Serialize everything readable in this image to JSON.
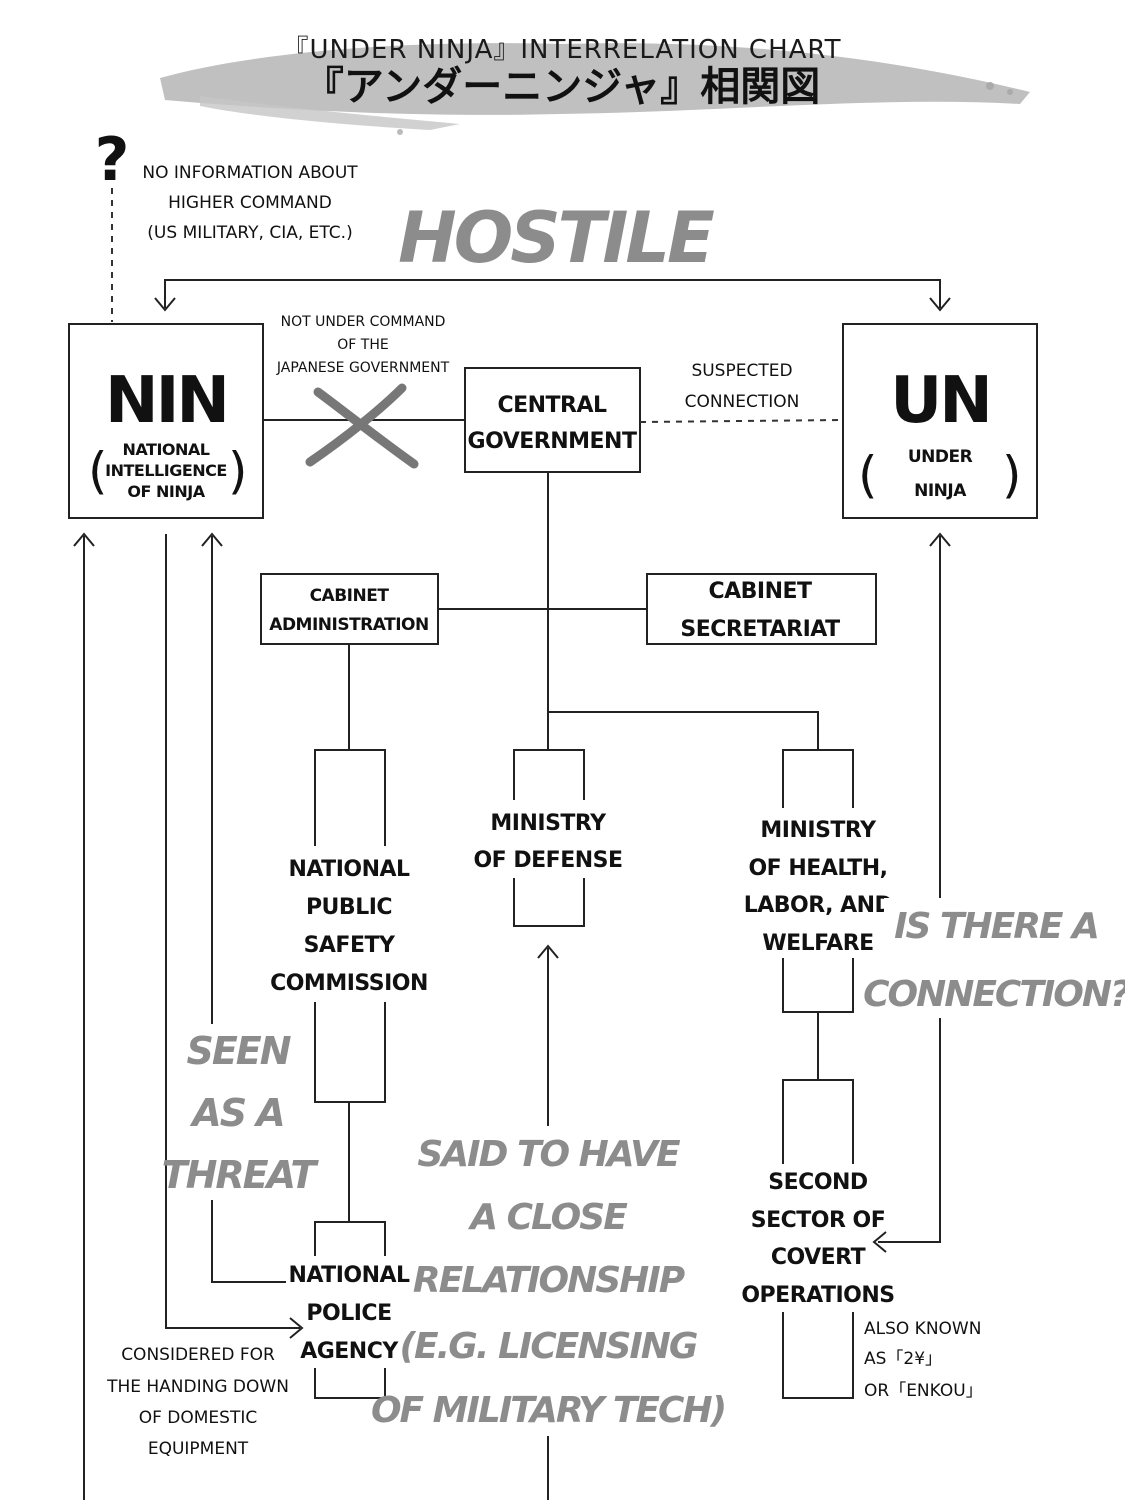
{
  "title": {
    "english": "『UNDER NINJA』INTERRELATION CHART",
    "japanese": "『アンダーニンジャ』相関図"
  },
  "higher_command": {
    "symbol": "?",
    "lines": [
      "NO INFORMATION ABOUT",
      "HIGHER COMMAND",
      "(US MILITARY, CIA, ETC.)"
    ]
  },
  "hostile_label": "HOSTILE",
  "not_under_command": [
    "NOT UNDER COMMAND",
    "OF THE",
    "JAPANESE GOVERNMENT"
  ],
  "suspected_connection": [
    "SUSPECTED",
    "CONNECTION"
  ],
  "nin": {
    "abbr": "NIN",
    "full": [
      "NATIONAL",
      "INTELLIGENCE",
      "OF NINJA"
    ]
  },
  "un": {
    "abbr": "UN",
    "full": [
      "UNDER",
      "NINJA"
    ]
  },
  "central_government": [
    "CENTRAL",
    "GOVERNMENT"
  ],
  "cabinet_administration": [
    "CABINET",
    "ADMINISTRATION"
  ],
  "cabinet_secretariat": [
    "CABINET",
    "SECRETARIAT"
  ],
  "npsc": [
    "NATIONAL",
    "PUBLIC",
    "SAFETY",
    "COMMISSION"
  ],
  "ministry_defense": [
    "MINISTRY",
    "OF DEFENSE"
  ],
  "ministry_health": [
    "MINISTRY",
    "OF HEALTH,",
    "LABOR, AND",
    "WELFARE"
  ],
  "police": [
    "NATIONAL",
    "POLICE",
    "AGENCY"
  ],
  "second_sector": [
    "SECOND",
    "SECTOR OF",
    "COVERT",
    "OPERATIONS"
  ],
  "also_known": [
    "ALSO KNOWN",
    "AS「2¥」",
    "OR「ENKOU」"
  ],
  "domestic_equipment": [
    "CONSIDERED FOR",
    "THE HANDING DOWN",
    "OF DOMESTIC",
    "EQUIPMENT"
  ],
  "seen_as_threat": [
    "SEEN",
    "AS A",
    "THREAT"
  ],
  "close_relationship": [
    "SAID TO HAVE",
    "A CLOSE",
    "RELATIONSHIP",
    "(E.G. LICENSING",
    "OF MILITARY TECH)"
  ],
  "connection_question": [
    "IS THERE A",
    "CONNECTION?"
  ],
  "colors": {
    "ink": "#111111",
    "gray_annotation": "#8c8c8c",
    "brush": "#b5b5b5"
  }
}
